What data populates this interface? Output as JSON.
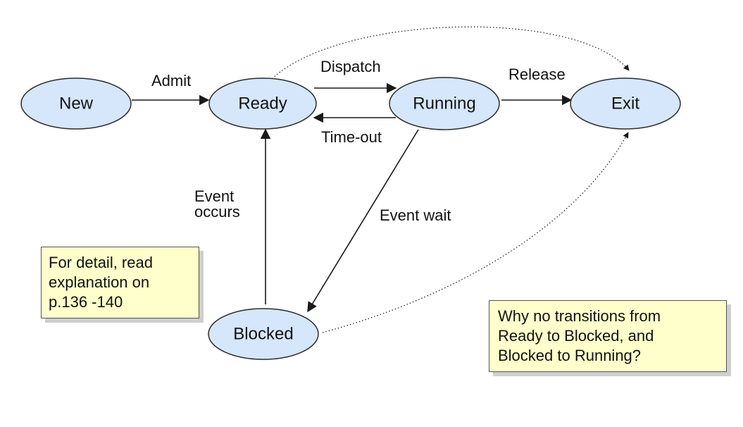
{
  "states": {
    "new": "New",
    "ready": "Ready",
    "running": "Running",
    "exit": "Exit",
    "blocked": "Blocked"
  },
  "transitions": {
    "admit": "Admit",
    "dispatch": "Dispatch",
    "timeout": "Time-out",
    "release": "Release",
    "event_wait": "Event wait",
    "event_occurs_line1": "Event",
    "event_occurs_line2": "occurs"
  },
  "notes": {
    "detail": "For detail, read\nexplanation on\np.136 -140",
    "question": "Why no transitions from\nReady to Blocked, and\nBlocked to Running?"
  },
  "colors": {
    "state_fill": "#d6e6fb",
    "note_fill": "#ffffcc"
  }
}
